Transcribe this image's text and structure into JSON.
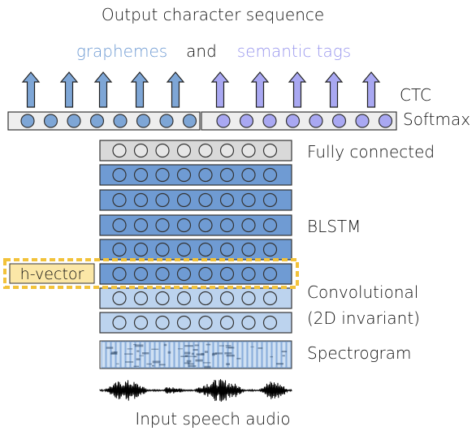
{
  "top_title": "Output character sequence",
  "output_labels": {
    "graphemes": "graphemes",
    "and": "and",
    "semantic_tags": "semantic tags"
  },
  "layer_labels": {
    "ctc": "CTC",
    "softmax": "Softmax",
    "fully_connected": "Fully connected",
    "blstm": "BLSTM",
    "convolutional_line1": "Convolutional",
    "convolutional_line2": "(2D invariant)",
    "spectrogram": "Spectrogram"
  },
  "hvector_label": "h-vector",
  "bottom_title": "Input speech audio",
  "colors": {
    "grapheme_blue": "#7ea6d6",
    "semantic_purple": "#a9a8f2",
    "blstm_fill": "#6f9bd3",
    "conv_fill": "#bcd3ee",
    "fc_fill": "#d9d9d9",
    "hvector_highlight": "#f2c23a"
  }
}
